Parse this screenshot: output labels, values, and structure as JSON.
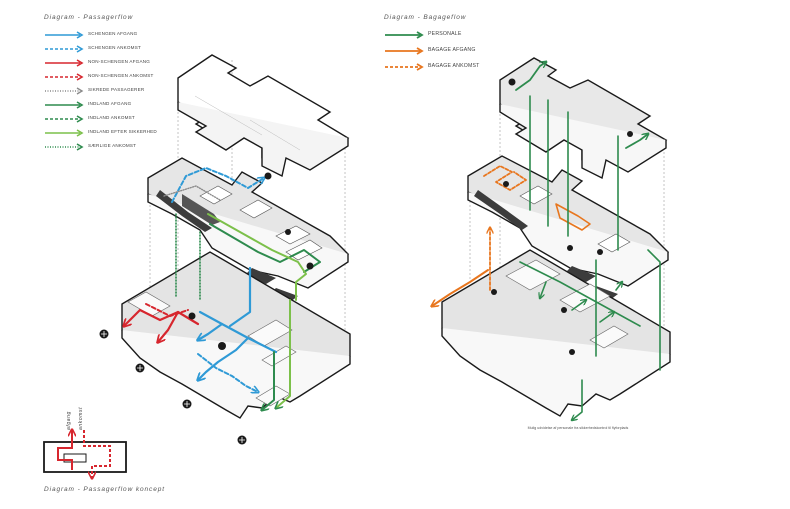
{
  "left_diagram": {
    "title": "Diagram - Passagerflow",
    "legend": [
      {
        "label": "SCHENGEN AFGANG",
        "color": "#2f9ad6",
        "style": "solid"
      },
      {
        "label": "SCHENGEN ANKOMST",
        "color": "#2f9ad6",
        "style": "dashed"
      },
      {
        "label": "NON-SCHENGEN AFGANG",
        "color": "#d7262e",
        "style": "solid"
      },
      {
        "label": "NON-SCHENGEN ANKOMST",
        "color": "#d7262e",
        "style": "dashed"
      },
      {
        "label": "SIKREDE PASSAGERER",
        "color": "#8a8a8a",
        "style": "dotted"
      },
      {
        "label": "INDLAND AFGANG",
        "color": "#2e8b4e",
        "style": "solid"
      },
      {
        "label": "INDLAND ANKOMST",
        "color": "#2e8b4e",
        "style": "dashed"
      },
      {
        "label": "INDLAND EFTER SIKKERHED",
        "color": "#7cc04a",
        "style": "solid"
      },
      {
        "label": "SÆRLIGE ANKOMST",
        "color": "#2e8b4e",
        "style": "dotted"
      }
    ]
  },
  "right_diagram": {
    "title": "Diagram - Bagageflow",
    "legend": [
      {
        "label": "PERSONALE",
        "color": "#2e8b4e",
        "style": "solid"
      },
      {
        "label": "BAGAGE AFGANG",
        "color": "#e8761e",
        "style": "solid"
      },
      {
        "label": "BAGAGE ANKOMST",
        "color": "#e8761e",
        "style": "dashed"
      }
    ],
    "note": "Mulig udvidelse af personale fra sikkerhedskontrol til flyforplads"
  },
  "concept": {
    "title": "Diagram - Passagerflow koncept",
    "label_afgang": "afgang",
    "label_ankomst": "ankomst"
  },
  "colors": {
    "blue": "#2f9ad6",
    "red": "#d7262e",
    "green": "#2e8b4e",
    "lightgreen": "#7cc04a",
    "orange": "#e8761e",
    "floor": "#e9e9e9",
    "outline": "#1a1a1a"
  }
}
